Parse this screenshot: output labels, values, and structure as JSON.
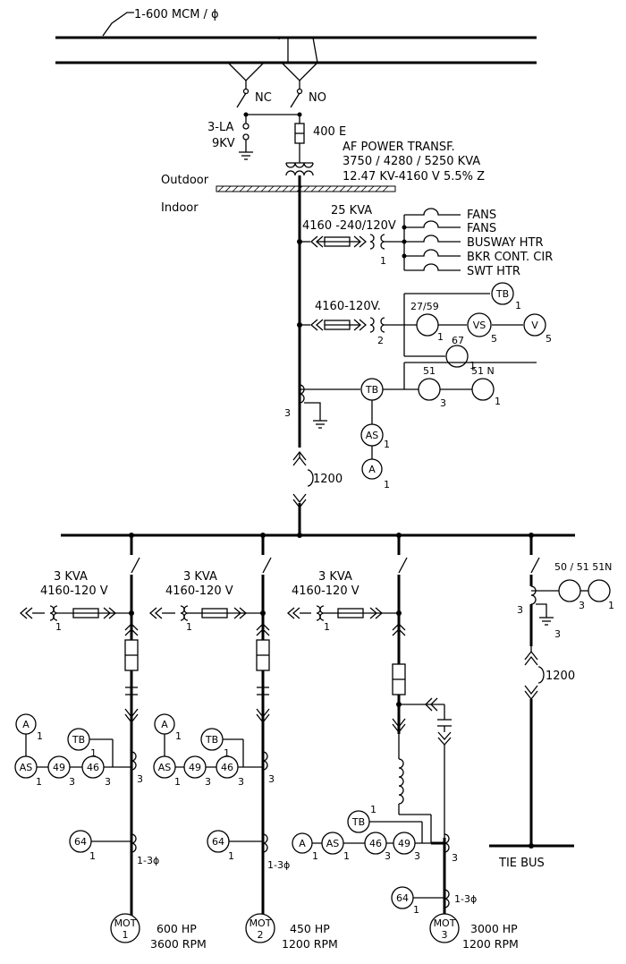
{
  "feeder": {
    "label": "1-600 MCM / ϕ",
    "nc": "NC",
    "no": "NO"
  },
  "arrester": {
    "label": "3-LA",
    "rating": "9KV"
  },
  "fuse_main": "400 E",
  "transformer": {
    "line1": "AF POWER TRANSF.",
    "line2": "3750 / 4280 / 5250 KVA",
    "line3": "12.47 KV-4160 V 5.5% Z"
  },
  "outdoor": "Outdoor",
  "indoor": "Indoor",
  "aux": {
    "kva": "25 KVA",
    "volts": "4160 -240/120V",
    "qty": "1"
  },
  "aux_loads": [
    "FANS",
    "FANS",
    "BUSWAY HTR",
    "BKR CONT. CIR",
    "SWT HTR"
  ],
  "pt": {
    "volts": "4160-120V.",
    "qty": "2"
  },
  "upper_relays": {
    "tb1": "TB",
    "tb1_qty": "1",
    "r2759": "27/59",
    "r2759_qty": "1",
    "vs": "VS",
    "vs_qty": "5",
    "v": "V",
    "v_qty": "5",
    "r67": "67",
    "r67_qty": "1",
    "tb2": "TB",
    "r51": "51",
    "r51_qty": "3",
    "r51n": "51 N",
    "r51n_qty": "1",
    "as": "AS",
    "as_qty": "1",
    "a": "A",
    "a_qty": "1",
    "ct_qty": "3"
  },
  "main_bkr": "1200",
  "tie": {
    "relay_label": "50 / 51 51N",
    "relay_qty": "3",
    "n_qty": "1",
    "ct_qty": "3",
    "gnd_qty": "3",
    "bkr": "1200",
    "bus": "TIE BUS"
  },
  "motors": [
    {
      "pt_kva": "3 KVA",
      "pt_volts": "4160-120 V",
      "pt_qty": "1",
      "a": "A",
      "a_qty": "1",
      "tb": "TB",
      "tb_qty": "1",
      "as": "AS",
      "as_qty": "1",
      "r49": "49",
      "r49_qty": "3",
      "r46": "46",
      "r46_qty": "3",
      "ct_qty": "3",
      "r64": "64",
      "r64_qty": "1",
      "phase": "1-3ϕ",
      "mot": "MOT",
      "mot_num": "1",
      "hp": "600 HP",
      "rpm": "3600 RPM"
    },
    {
      "pt_kva": "3 KVA",
      "pt_volts": "4160-120 V",
      "pt_qty": "1",
      "a": "A",
      "a_qty": "1",
      "tb": "TB",
      "tb_qty": "1",
      "as": "AS",
      "as_qty": "1",
      "r49": "49",
      "r49_qty": "3",
      "r46": "46",
      "r46_qty": "3",
      "ct_qty": "3",
      "r64": "64",
      "r64_qty": "1",
      "phase": "1-3ϕ",
      "mot": "MOT",
      "mot_num": "2",
      "hp": "450 HP",
      "rpm": "1200 RPM"
    },
    {
      "pt_kva": "3 KVA",
      "pt_volts": "4160-120 V",
      "pt_qty": "1",
      "a": "A",
      "a_qty": "1",
      "tb": "TB",
      "tb_qty": "1",
      "as": "AS",
      "as_qty": "1",
      "r46": "46",
      "r46_qty": "3",
      "r49": "49",
      "r49_qty": "3",
      "ct_qty": "3",
      "r64": "64",
      "r64_qty": "1",
      "phase": "1-3ϕ",
      "mot": "MOT",
      "mot_num": "3",
      "hp": "3000 HP",
      "rpm": "1200 RPM"
    }
  ]
}
